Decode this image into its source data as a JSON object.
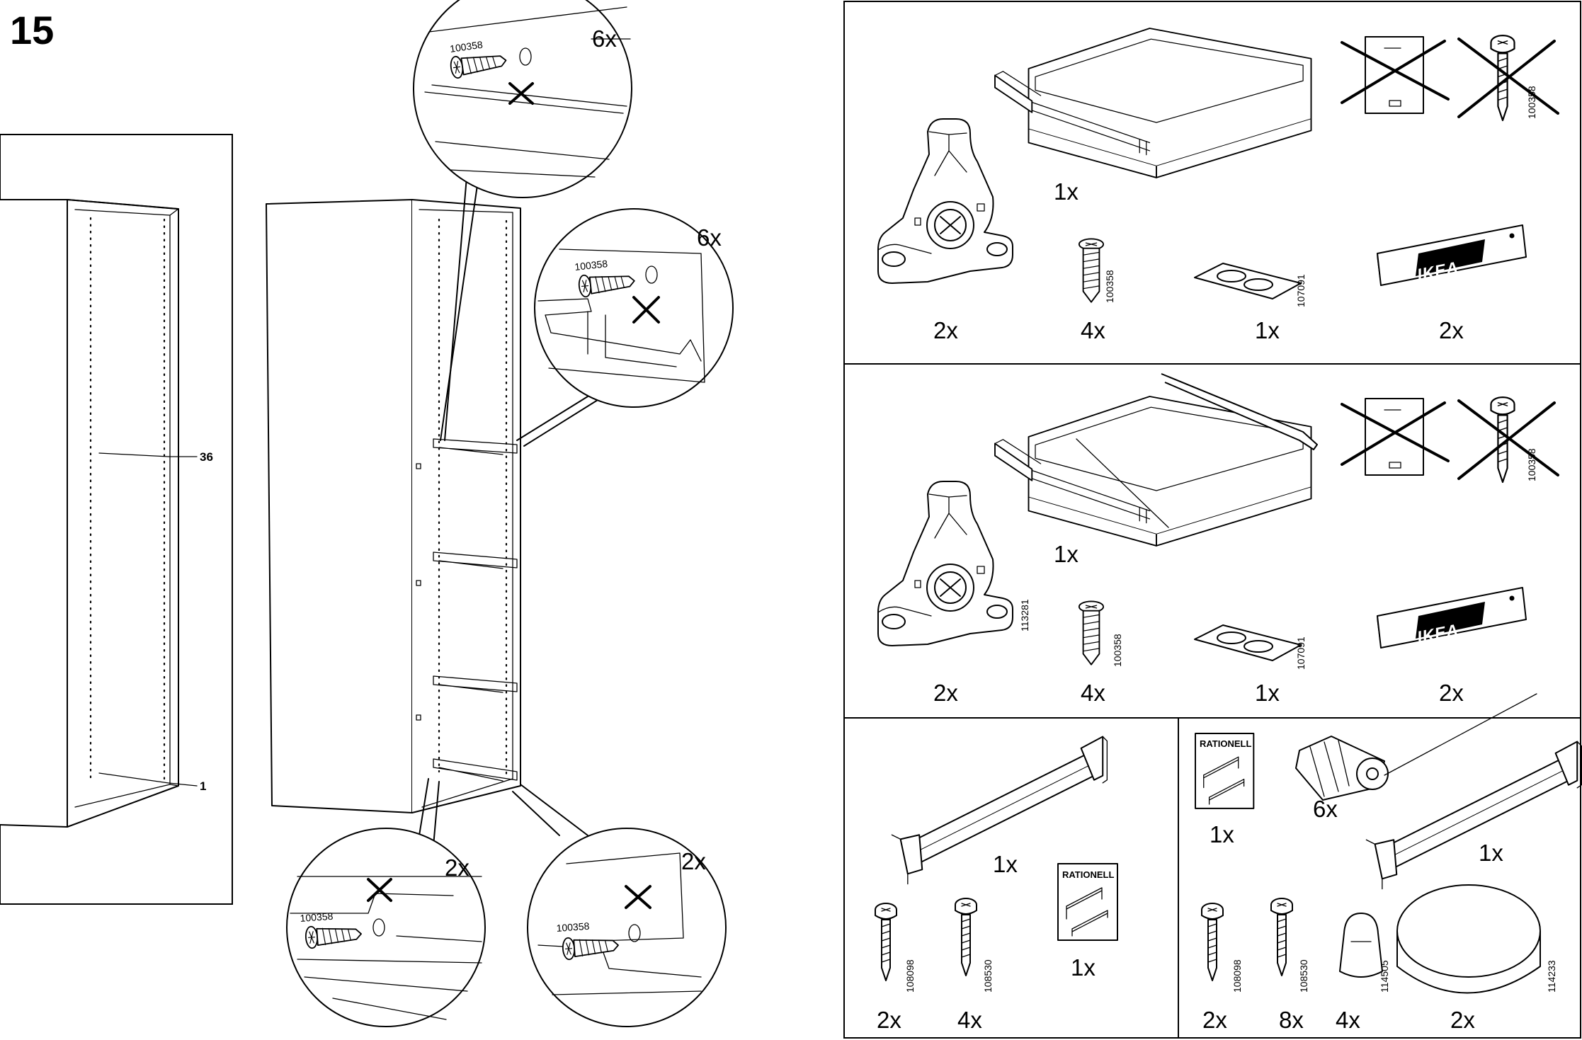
{
  "step": {
    "number": "15"
  },
  "cabinet_left": {
    "label_top": "36",
    "label_bottom": "1"
  },
  "callouts": [
    {
      "quantity": "6x",
      "part_number": "100358"
    },
    {
      "quantity": "6x",
      "part_number": "100358"
    },
    {
      "quantity": "2x",
      "part_number": "100358"
    },
    {
      "quantity": "2x",
      "part_number": "100358"
    }
  ],
  "panel_top": {
    "drawer_qty": "1x",
    "items": [
      {
        "name": "bracket",
        "quantity": "2x"
      },
      {
        "name": "screw",
        "quantity": "4x",
        "part_number": "100358"
      },
      {
        "name": "pads",
        "quantity": "1x",
        "part_number": "107091"
      },
      {
        "name": "front-label",
        "quantity": "2x",
        "logo": "IKEA"
      }
    ],
    "excluded_part_number": "100358"
  },
  "panel_middle": {
    "drawer_qty": "1x",
    "items": [
      {
        "name": "bracket",
        "quantity": "2x",
        "part_number": "113281"
      },
      {
        "name": "screw",
        "quantity": "4x",
        "part_number": "100358"
      },
      {
        "name": "pads",
        "quantity": "1x",
        "part_number": "107091"
      },
      {
        "name": "front-label",
        "quantity": "2x",
        "logo": "IKEA"
      }
    ],
    "excluded_part_number": "100358"
  },
  "panel_bottom_left": {
    "rail_qty": "1x",
    "booklet": {
      "title": "RATIONELL",
      "quantity": "1x"
    },
    "screws": [
      {
        "part_number": "108098",
        "quantity": "2x"
      },
      {
        "part_number": "108530",
        "quantity": "4x"
      }
    ]
  },
  "panel_bottom_right": {
    "booklet": {
      "title": "RATIONELL",
      "quantity": "1x"
    },
    "dowel_qty": "6x",
    "rail_qty": "1x",
    "screws": [
      {
        "part_number": "108098",
        "quantity": "2x"
      },
      {
        "part_number": "108530",
        "quantity": "8x"
      },
      {
        "part_number": "114505",
        "quantity": "4x"
      },
      {
        "part_number": "114233",
        "quantity": "2x"
      }
    ]
  }
}
